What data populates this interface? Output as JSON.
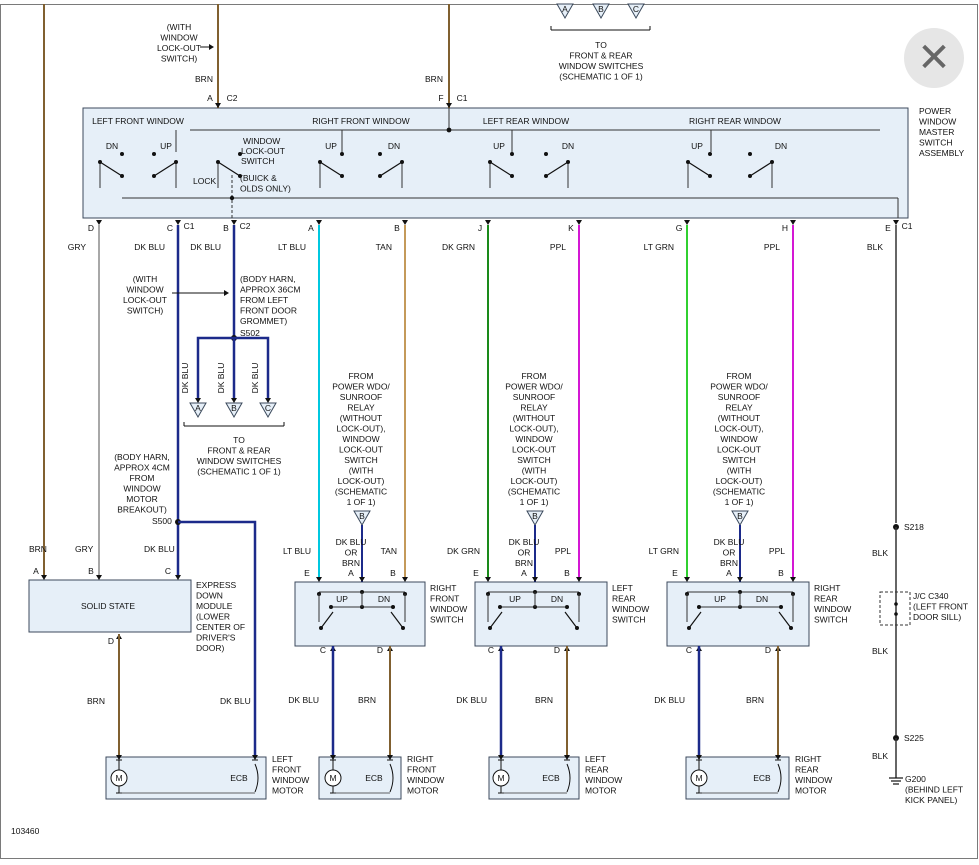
{
  "close_glyph": "✕",
  "figure_id": "103460",
  "master": {
    "title": [
      "POWER",
      "WINDOW",
      "MASTER",
      "SWITCH",
      "ASSEMBLY"
    ],
    "sections": [
      "LEFT FRONT WINDOW",
      "RIGHT FRONT WINDOW",
      "LEFT REAR WINDOW",
      "RIGHT REAR WINDOW"
    ],
    "dn": "DN",
    "up": "UP",
    "lock": "LOCK",
    "lockout_switch": [
      "WINDOW",
      "LOCK-OUT",
      "SWITCH"
    ],
    "buick_note": [
      "(BUICK &",
      "OLDS ONLY)"
    ]
  },
  "top": {
    "lockout_note": [
      "(WITH",
      "WINDOW",
      "LOCK-OUT",
      "SWITCH)"
    ],
    "wire_left": "BRN",
    "pin_left": "A",
    "conn_left": "C2",
    "wire_right": "BRN",
    "pin_right": "F",
    "conn_right": "C1",
    "targets": [
      "A",
      "B",
      "C"
    ],
    "to_note": [
      "TO",
      "FRONT & REAR",
      "WINDOW SWITCHES",
      "(SCHEMATIC 1 OF 1)"
    ]
  },
  "pins_bottom": [
    {
      "pin": "D",
      "wire": "GRY",
      "conn": ""
    },
    {
      "pin": "C",
      "wire": "DK BLU",
      "conn": "C1"
    },
    {
      "pin": "B",
      "wire": "DK BLU",
      "conn": "C2"
    },
    {
      "pin": "A",
      "wire": "LT BLU",
      "conn": ""
    },
    {
      "pin": "B",
      "wire": "TAN",
      "conn": ""
    },
    {
      "pin": "J",
      "wire": "DK GRN",
      "conn": ""
    },
    {
      "pin": "K",
      "wire": "PPL",
      "conn": ""
    },
    {
      "pin": "G",
      "wire": "LT GRN",
      "conn": ""
    },
    {
      "pin": "H",
      "wire": "PPL",
      "conn": ""
    },
    {
      "pin": "E",
      "wire": "BLK",
      "conn": "C1"
    }
  ],
  "s502": {
    "lockout_note": [
      "(WITH",
      "WINDOW",
      "LOCK-OUT",
      "SWITCH)"
    ],
    "harness_note": [
      "(BODY HARN,",
      "APPROX 36CM",
      "FROM LEFT",
      "FRONT DOOR",
      "GROMMET)"
    ],
    "splice": "S502",
    "wire": "DK BLU",
    "targets": [
      "A",
      "B",
      "C"
    ],
    "to_note": [
      "TO",
      "FRONT & REAR",
      "WINDOW SWITCHES",
      "(SCHEMATIC 1 OF 1)"
    ]
  },
  "s500": {
    "harness_note": [
      "(BODY HARN,",
      "APPROX 4CM",
      "FROM",
      "WINDOW",
      "MOTOR",
      "BREAKOUT)"
    ],
    "splice": "S500"
  },
  "relay_note": [
    "FROM",
    "POWER WDO/",
    "SUNROOF",
    "RELAY",
    "(WITHOUT",
    "LOCK-OUT),",
    "WINDOW",
    "LOCK-OUT",
    "SWITCH",
    "(WITH",
    "LOCK-OUT)",
    "(SCHEMATIC",
    "1 OF 1)"
  ],
  "relay_wire": [
    "DK BLU",
    "OR",
    "BRN"
  ],
  "relay_tag": "B",
  "express": {
    "label": "SOLID STATE",
    "desc": [
      "EXPRESS",
      "DOWN",
      "MODULE",
      "(LOWER",
      "CENTER OF",
      "DRIVER'S",
      "DOOR)"
    ],
    "pins": [
      "A",
      "B",
      "C",
      "D"
    ],
    "wires": [
      "BRN",
      "GRY",
      "DK BLU"
    ],
    "out_wire_left": "BRN",
    "out_wire_right": "DK BLU"
  },
  "door_switches": [
    {
      "name": [
        "RIGHT",
        "FRONT",
        "WINDOW",
        "SWITCH"
      ],
      "wires_top": [
        "LT BLU",
        "TAN"
      ],
      "wires_bottom": [
        "DK BLU",
        "BRN"
      ]
    },
    {
      "name": [
        "LEFT",
        "REAR",
        "WINDOW",
        "SWITCH"
      ],
      "wires_top": [
        "DK GRN",
        "PPL"
      ],
      "wires_bottom": [
        "DK BLU",
        "BRN"
      ]
    },
    {
      "name": [
        "RIGHT",
        "REAR",
        "WINDOW",
        "SWITCH"
      ],
      "wires_top": [
        "LT GRN",
        "PPL"
      ],
      "wires_bottom": [
        "DK BLU",
        "BRN"
      ]
    }
  ],
  "switch_pins": [
    "E",
    "A",
    "B",
    "C",
    "D"
  ],
  "motors": [
    {
      "name": [
        "LEFT",
        "FRONT",
        "WINDOW",
        "MOTOR"
      ]
    },
    {
      "name": [
        "RIGHT",
        "FRONT",
        "WINDOW",
        "MOTOR"
      ]
    },
    {
      "name": [
        "LEFT",
        "REAR",
        "WINDOW",
        "MOTOR"
      ]
    },
    {
      "name": [
        "RIGHT",
        "REAR",
        "WINDOW",
        "MOTOR"
      ]
    }
  ],
  "motor_letter": "M",
  "ecb": "ECB",
  "ground": {
    "s218": "S218",
    "wire1": "BLK",
    "jc": [
      "J/C C340",
      "(LEFT FRONT",
      "DOOR SILL)"
    ],
    "wire2": "BLK",
    "s225": "S225",
    "wire3": "BLK",
    "g200": [
      "G200",
      "(BEHIND LEFT",
      "KICK PANEL)"
    ]
  },
  "colors": {
    "brn": "#806030",
    "gry": "#a8a8a8",
    "dkblu": "#1c2a8a",
    "ltblu": "#00c8e0",
    "tan": "#c49a5a",
    "dkgrn": "#1a8a1a",
    "ppl": "#d418d4",
    "ltgrn": "#30d030",
    "blk": "#333333",
    "box_fill": "#e6eff8",
    "box_stroke": "#3c4a5c"
  }
}
